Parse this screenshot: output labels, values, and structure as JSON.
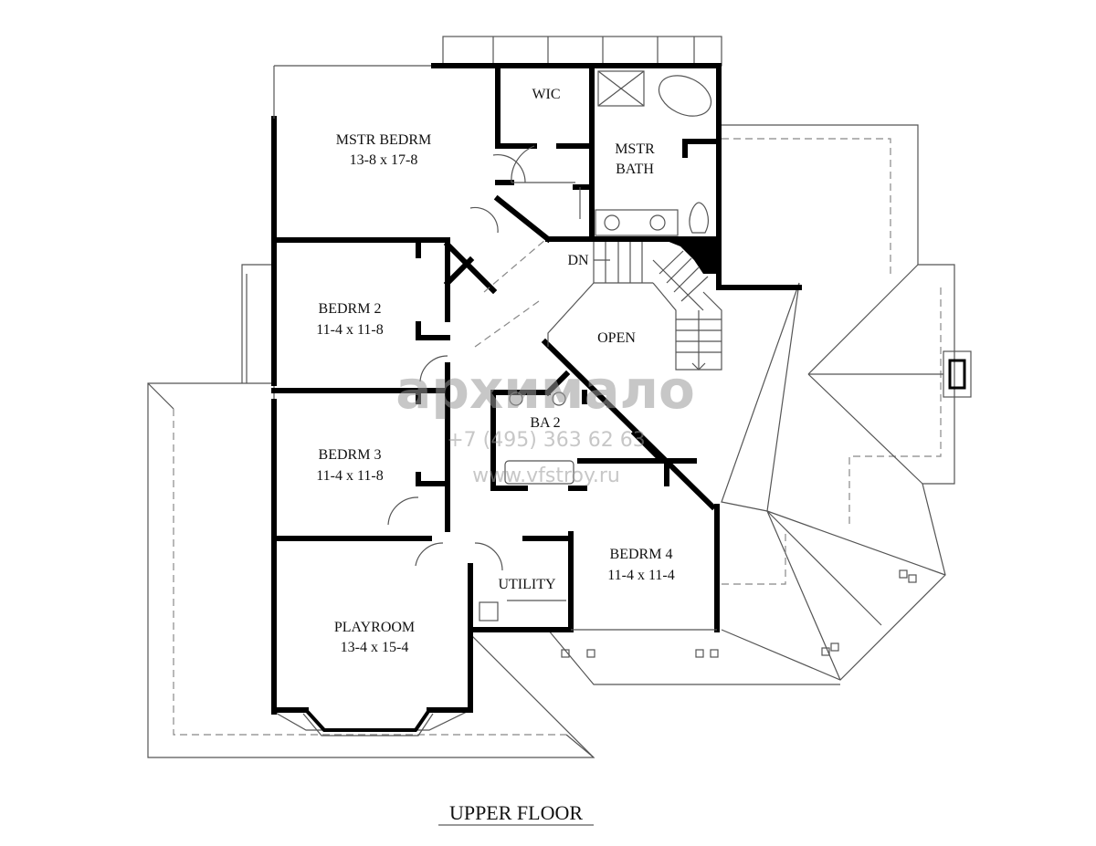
{
  "title": "UPPER FLOOR",
  "rooms": {
    "master_bedroom": {
      "name": "MSTR BEDRM",
      "size": "13-8 x 17-8"
    },
    "wic": {
      "name": "WIC"
    },
    "master_bath": {
      "name_line1": "MSTR",
      "name_line2": "BATH"
    },
    "bedroom2": {
      "name": "BEDRM 2",
      "size": "11-4 x 11-8"
    },
    "bedroom3": {
      "name": "BEDRM 3",
      "size": "11-4 x 11-8"
    },
    "bedroom4": {
      "name": "BEDRM 4",
      "size": "11-4 x 11-4"
    },
    "bath2": {
      "name": "BA 2"
    },
    "open": {
      "name": "OPEN"
    },
    "stairs": {
      "label": "DN"
    },
    "utility": {
      "name": "UTILITY"
    },
    "playroom": {
      "name": "PLAYROOM",
      "size": "13-4 x 15-4"
    }
  },
  "watermark": {
    "logo": "архимало",
    "phone": "+7 (495) 363 62 63",
    "url": "www.vfstroy.ru"
  }
}
